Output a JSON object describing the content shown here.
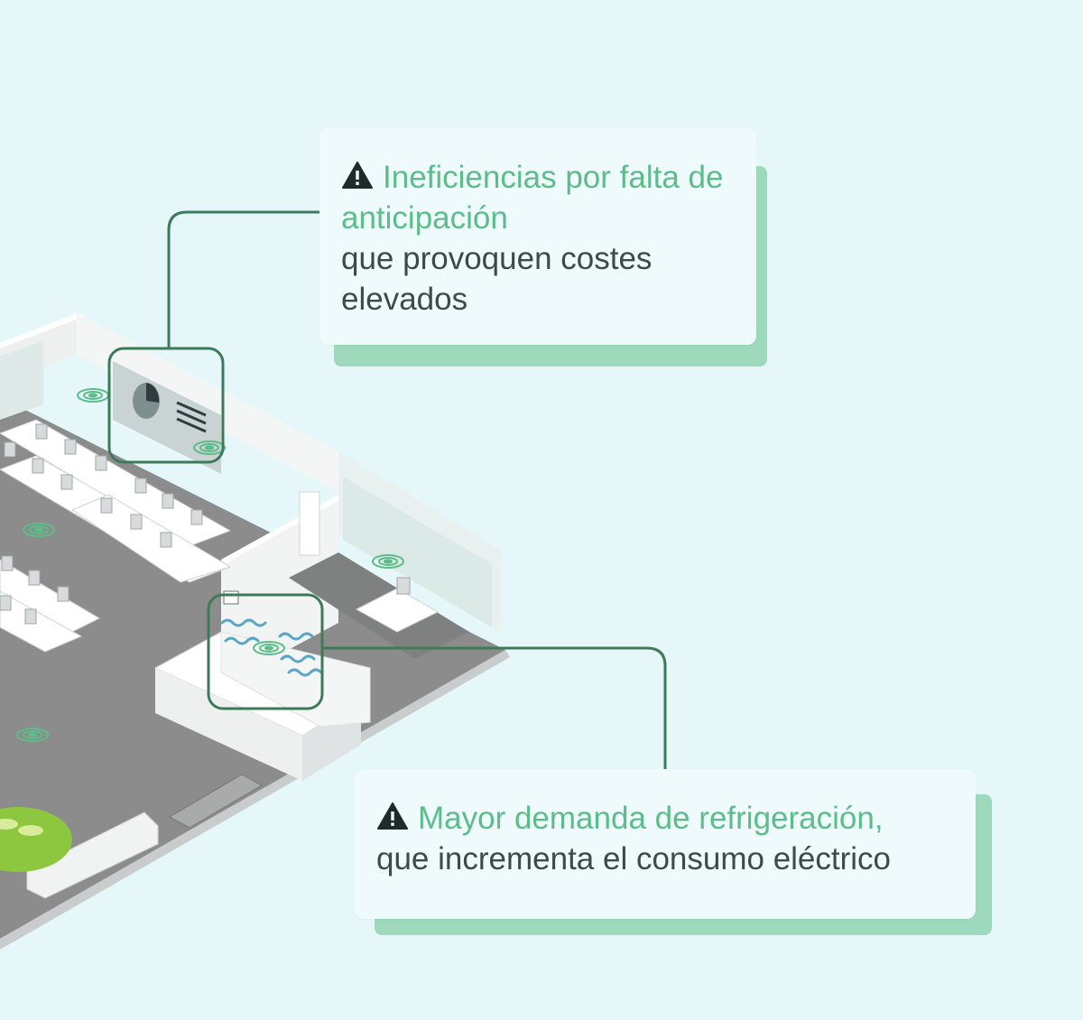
{
  "callouts": [
    {
      "icon": "warning-icon",
      "highlight": "Ineficiencias por falta de anticipación",
      "text": " que provoquen costes elevados"
    },
    {
      "icon": "warning-icon",
      "highlight": "Mayor demanda de refrigeración,",
      "text": "que incrementa el consumo eléctrico"
    }
  ],
  "colors": {
    "background": "#e6f7fa",
    "accent_green": "#5dbd8a",
    "card_shadow": "#9ed9bc",
    "connector": "#3d7a5a",
    "airflow": "#5aa6c4",
    "floor": "#8c8c8c"
  }
}
